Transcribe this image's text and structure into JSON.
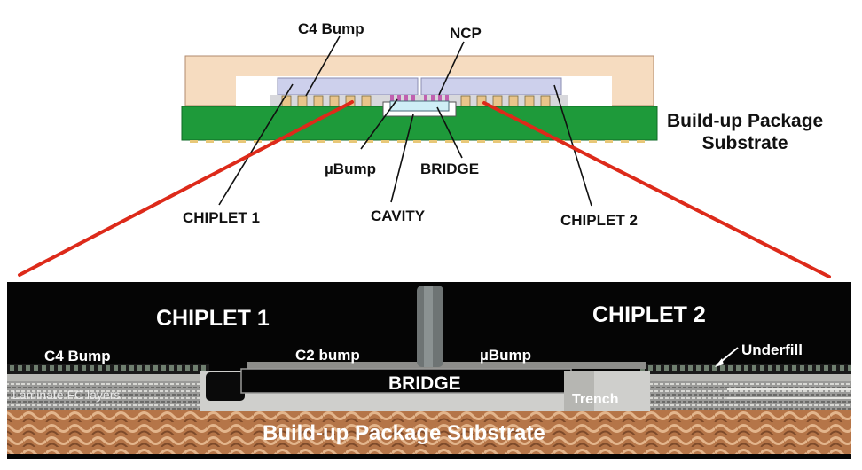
{
  "top_diagram": {
    "labels": {
      "c4_bump": "C4 Bump",
      "ncp": "NCP",
      "substrate_line1": "Build-up Package",
      "substrate_line2": "Substrate",
      "ubump": "µBump",
      "bridge": "BRIDGE",
      "chiplet1": "CHIPLET 1",
      "cavity": "CAVITY",
      "chiplet2": "CHIPLET 2"
    }
  },
  "cross_section": {
    "labels": {
      "chiplet1": "CHIPLET 1",
      "chiplet2": "CHIPLET 2",
      "c4_bump": "C4 Bump",
      "c2_bump": "C2 bump",
      "ubump": "µBump",
      "underfill": "Underfill",
      "laminate": "Laminate FC layers",
      "bridge": "BRIDGE",
      "trench": "Trench",
      "substrate": "Build-up Package Substrate"
    }
  },
  "colors": {
    "package_lid": "#f6dcc0",
    "substrate_green": "#1e9a3a",
    "die_lavender": "#cdd0ec",
    "bridge_cyan": "#cfeef6",
    "ubump_magenta": "#c060b0",
    "bump_tan": "#e9c58a",
    "pointer_red": "#dd2a1a",
    "micrograph_black": "#050505",
    "substrate_copper": "#b97a50"
  }
}
